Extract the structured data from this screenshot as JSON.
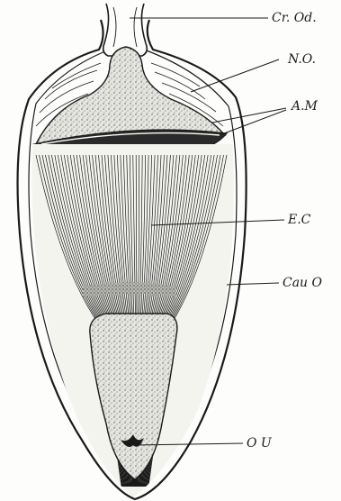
{
  "labels": {
    "cr_od": "Cr. Od.",
    "no": "N.O.",
    "am": "A.M",
    "ec": "E.C",
    "cau_o": "Cau O",
    "ou": "O U"
  },
  "colors": {
    "ink": "#1a1a1a",
    "paper": "#fdfdfb",
    "stipple_fill": "#d9d9d3",
    "dark_band": "#2a2a2a"
  }
}
